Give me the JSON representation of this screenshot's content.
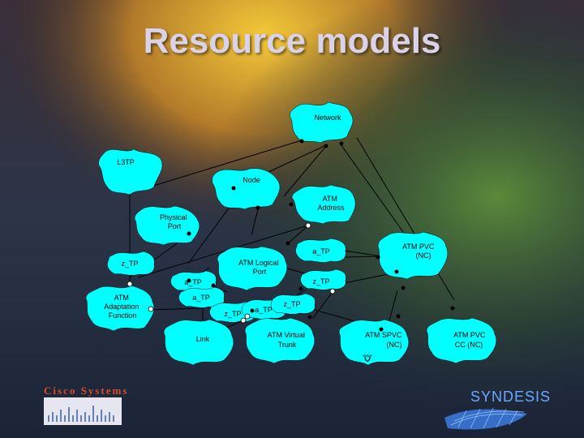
{
  "title": "Resource models",
  "colors": {
    "node_fill": "#00ffff",
    "accent": "#e08a1e"
  },
  "nodes": {
    "network": "Network",
    "l3tp": "L3TP",
    "node": "Node",
    "atm_address": [
      "ATM",
      "Address"
    ],
    "physical_port": [
      "Physical",
      "Port"
    ],
    "a_tp_1": "a_TP",
    "atm_pvc_nc": [
      "ATM PVC",
      "(NC)"
    ],
    "z_tp_1": "z_TP",
    "atm_logical_port": [
      "ATM Logical",
      "Port"
    ],
    "a_tp_2": "a_TP",
    "z_tp_2": "z_TP",
    "atm_adaptation_function": [
      "ATM",
      "Adaptation",
      "Function"
    ],
    "a_tp_3": "a_TP",
    "z_tp_3": "z_TP",
    "a_tp_4": "a_TP",
    "z_tp_4": "z_TP",
    "link": "Link",
    "atm_virtual_trunk": [
      "ATM Virtual",
      "Trunk"
    ],
    "atm_spvc_nc": [
      "ATM SPVC",
      "(NC)"
    ],
    "atm_pvc_cc_nc": [
      "ATM PVC",
      "CC  (NC)"
    ]
  },
  "logos": {
    "cisco": "Cisco Systems",
    "syndesis": "SYNDESIS"
  }
}
